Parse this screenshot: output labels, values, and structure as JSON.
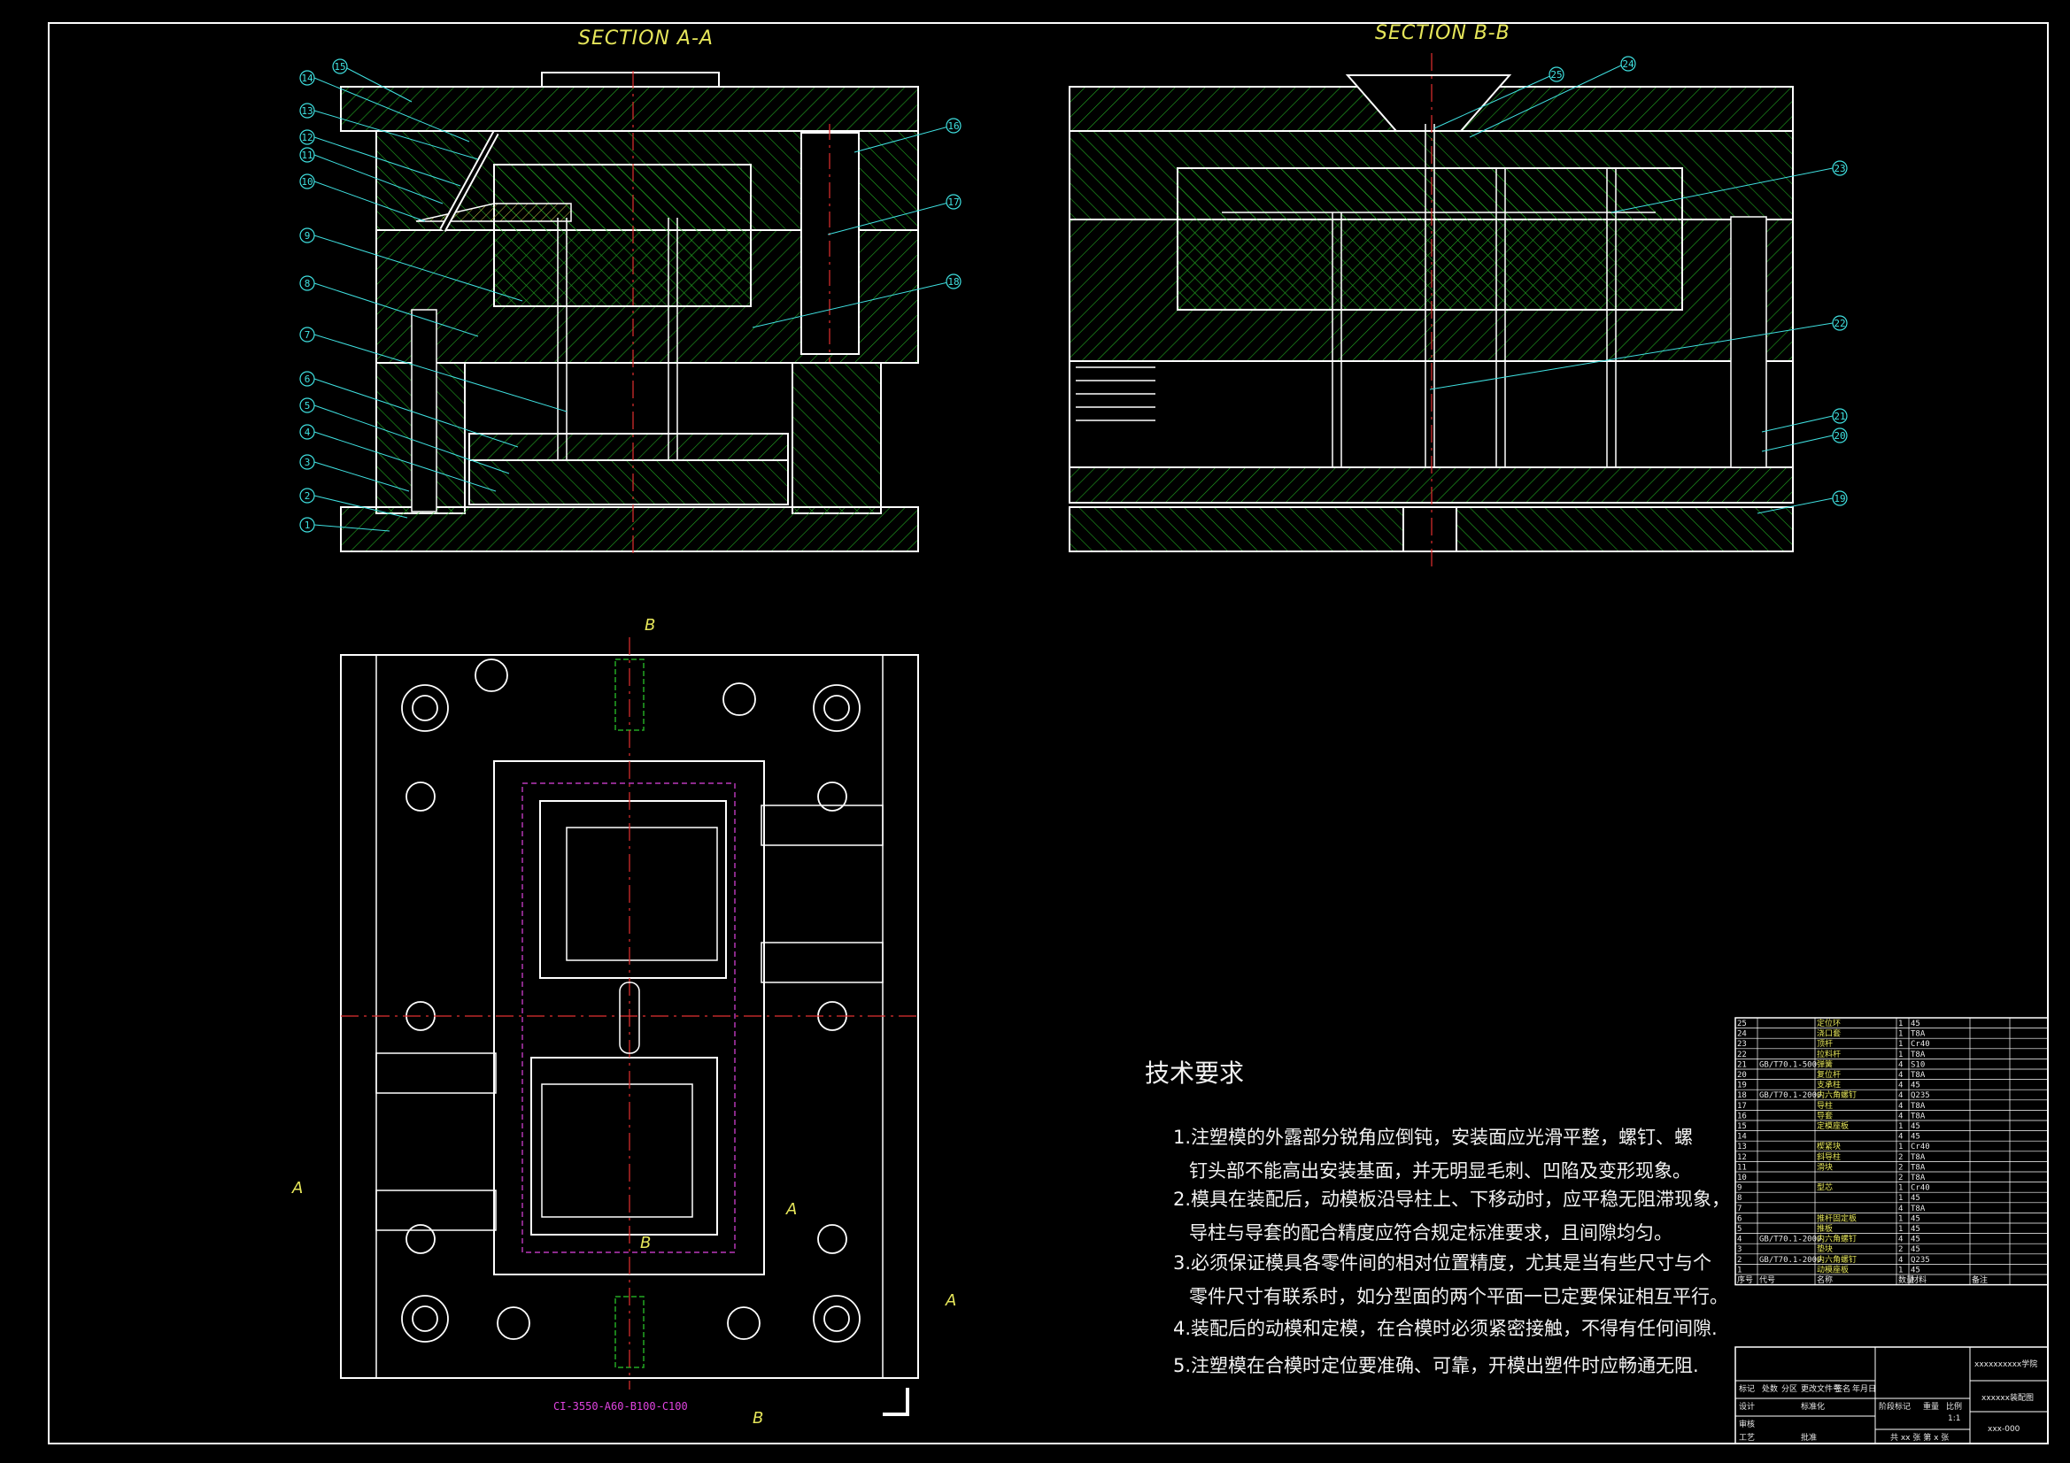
{
  "sections": {
    "a": "SECTION A-A",
    "b": "SECTION B-B"
  },
  "callouts_a": [
    "1",
    "2",
    "3",
    "4",
    "5",
    "6",
    "7",
    "8",
    "9",
    "10",
    "11",
    "12",
    "13",
    "14",
    "15",
    "16",
    "17",
    "18"
  ],
  "callouts_b": [
    "19",
    "20",
    "21",
    "22",
    "23",
    "24",
    "25"
  ],
  "markers": {
    "b_top": "B",
    "b_bottom": "B",
    "a_left": "A",
    "a_right": "A",
    "b_mid": "B",
    "a_mid": "A"
  },
  "mold_code": "CI-3550-A60-B100-C100",
  "requirements": {
    "title": "技术要求",
    "lines": [
      "1.注塑模的外露部分锐角应倒钝，安装面应光滑平整，螺钉、螺",
      "钉头部不能高出安装基面，并无明显毛刺、凹陷及变形现象。",
      "2.模具在装配后，动模板沿导柱上、下移动时，应平稳无阻滞现象，",
      "导柱与导套的配合精度应符合规定标准要求，且间隙均匀。",
      "3.必须保证模具各零件间的相对位置精度，尤其是当有些尺寸与个",
      "零件尺寸有联系时，如分型面的两个平面一已定要保证相互平行。",
      "4.装配后的动模和定模，在合模时必须紧密接触，不得有任何间隙.",
      "5.注塑模在合模时定位要准确、可靠，开模出塑件时应畅通无阻."
    ]
  },
  "bom": {
    "rows": [
      {
        "no": "25",
        "std": "",
        "name": "定位环",
        "qty": "1",
        "mat": "45",
        "note": ""
      },
      {
        "no": "24",
        "std": "",
        "name": "浇口套",
        "qty": "1",
        "mat": "T8A",
        "note": ""
      },
      {
        "no": "23",
        "std": "",
        "name": "顶杆",
        "qty": "1",
        "mat": "Cr40",
        "note": ""
      },
      {
        "no": "22",
        "std": "",
        "name": "拉料杆",
        "qty": "1",
        "mat": "T8A",
        "note": ""
      },
      {
        "no": "21",
        "std": "GB/T70.1-500",
        "name": "弹簧",
        "qty": "4",
        "mat": "S10",
        "note": ""
      },
      {
        "no": "20",
        "std": "",
        "name": "复位杆",
        "qty": "4",
        "mat": "T8A",
        "note": ""
      },
      {
        "no": "19",
        "std": "",
        "name": "支承柱",
        "qty": "4",
        "mat": "45",
        "note": ""
      },
      {
        "no": "18",
        "std": "GB/T70.1-2000",
        "name": "内六角螺钉",
        "qty": "4",
        "mat": "Q235",
        "note": ""
      },
      {
        "no": "17",
        "std": "",
        "name": "导柱",
        "qty": "4",
        "mat": "T8A",
        "note": ""
      },
      {
        "no": "16",
        "std": "",
        "name": "导套",
        "qty": "4",
        "mat": "T8A",
        "note": ""
      },
      {
        "no": "15",
        "std": "",
        "name": "定模座板",
        "qty": "1",
        "mat": "45",
        "note": ""
      },
      {
        "no": "14",
        "std": "",
        "name": "",
        "qty": "4",
        "mat": "45",
        "note": ""
      },
      {
        "no": "13",
        "std": "",
        "name": "楔紧块",
        "qty": "1",
        "mat": "Cr40",
        "note": ""
      },
      {
        "no": "12",
        "std": "",
        "name": "斜导柱",
        "qty": "2",
        "mat": "T8A",
        "note": ""
      },
      {
        "no": "11",
        "std": "",
        "name": "滑块",
        "qty": "2",
        "mat": "T8A",
        "note": ""
      },
      {
        "no": "10",
        "std": "",
        "name": "",
        "qty": "2",
        "mat": "T8A",
        "note": ""
      },
      {
        "no": "9",
        "std": "",
        "name": "型芯",
        "qty": "1",
        "mat": "Cr40",
        "note": ""
      },
      {
        "no": "8",
        "std": "",
        "name": "",
        "qty": "1",
        "mat": "45",
        "note": ""
      },
      {
        "no": "7",
        "std": "",
        "name": "",
        "qty": "4",
        "mat": "T8A",
        "note": ""
      },
      {
        "no": "6",
        "std": "",
        "name": "推杆固定板",
        "qty": "1",
        "mat": "45",
        "note": ""
      },
      {
        "no": "5",
        "std": "",
        "name": "推板",
        "qty": "1",
        "mat": "45",
        "note": ""
      },
      {
        "no": "4",
        "std": "GB/T70.1-2000",
        "name": "内六角螺钉",
        "qty": "4",
        "mat": "45",
        "note": ""
      },
      {
        "no": "3",
        "std": "",
        "name": "垫块",
        "qty": "2",
        "mat": "45",
        "note": ""
      },
      {
        "no": "2",
        "std": "GB/T70.1-2000",
        "name": "内六角螺钉",
        "qty": "4",
        "mat": "Q235",
        "note": ""
      },
      {
        "no": "1",
        "std": "",
        "name": "动模座板",
        "qty": "1",
        "mat": "45",
        "note": ""
      }
    ],
    "header": {
      "no": "序号",
      "std": "代号",
      "name": "名称",
      "qty": "数量",
      "mat": "材料",
      "note": "备注"
    }
  },
  "title_block": {
    "school": "xxxxxxxxxx学院",
    "drawing": "xxxxxx装配图",
    "drawing_no": "xxx-000",
    "scale": "1:1",
    "sheets": "共 xx 张  第 x 张",
    "labels": [
      "标记",
      "处数",
      "分区",
      "更改文件号",
      "签名",
      "年月日",
      "设计",
      "标准化",
      "阶段标记",
      "重量",
      "比例",
      "审核",
      "工艺",
      "批准"
    ]
  }
}
